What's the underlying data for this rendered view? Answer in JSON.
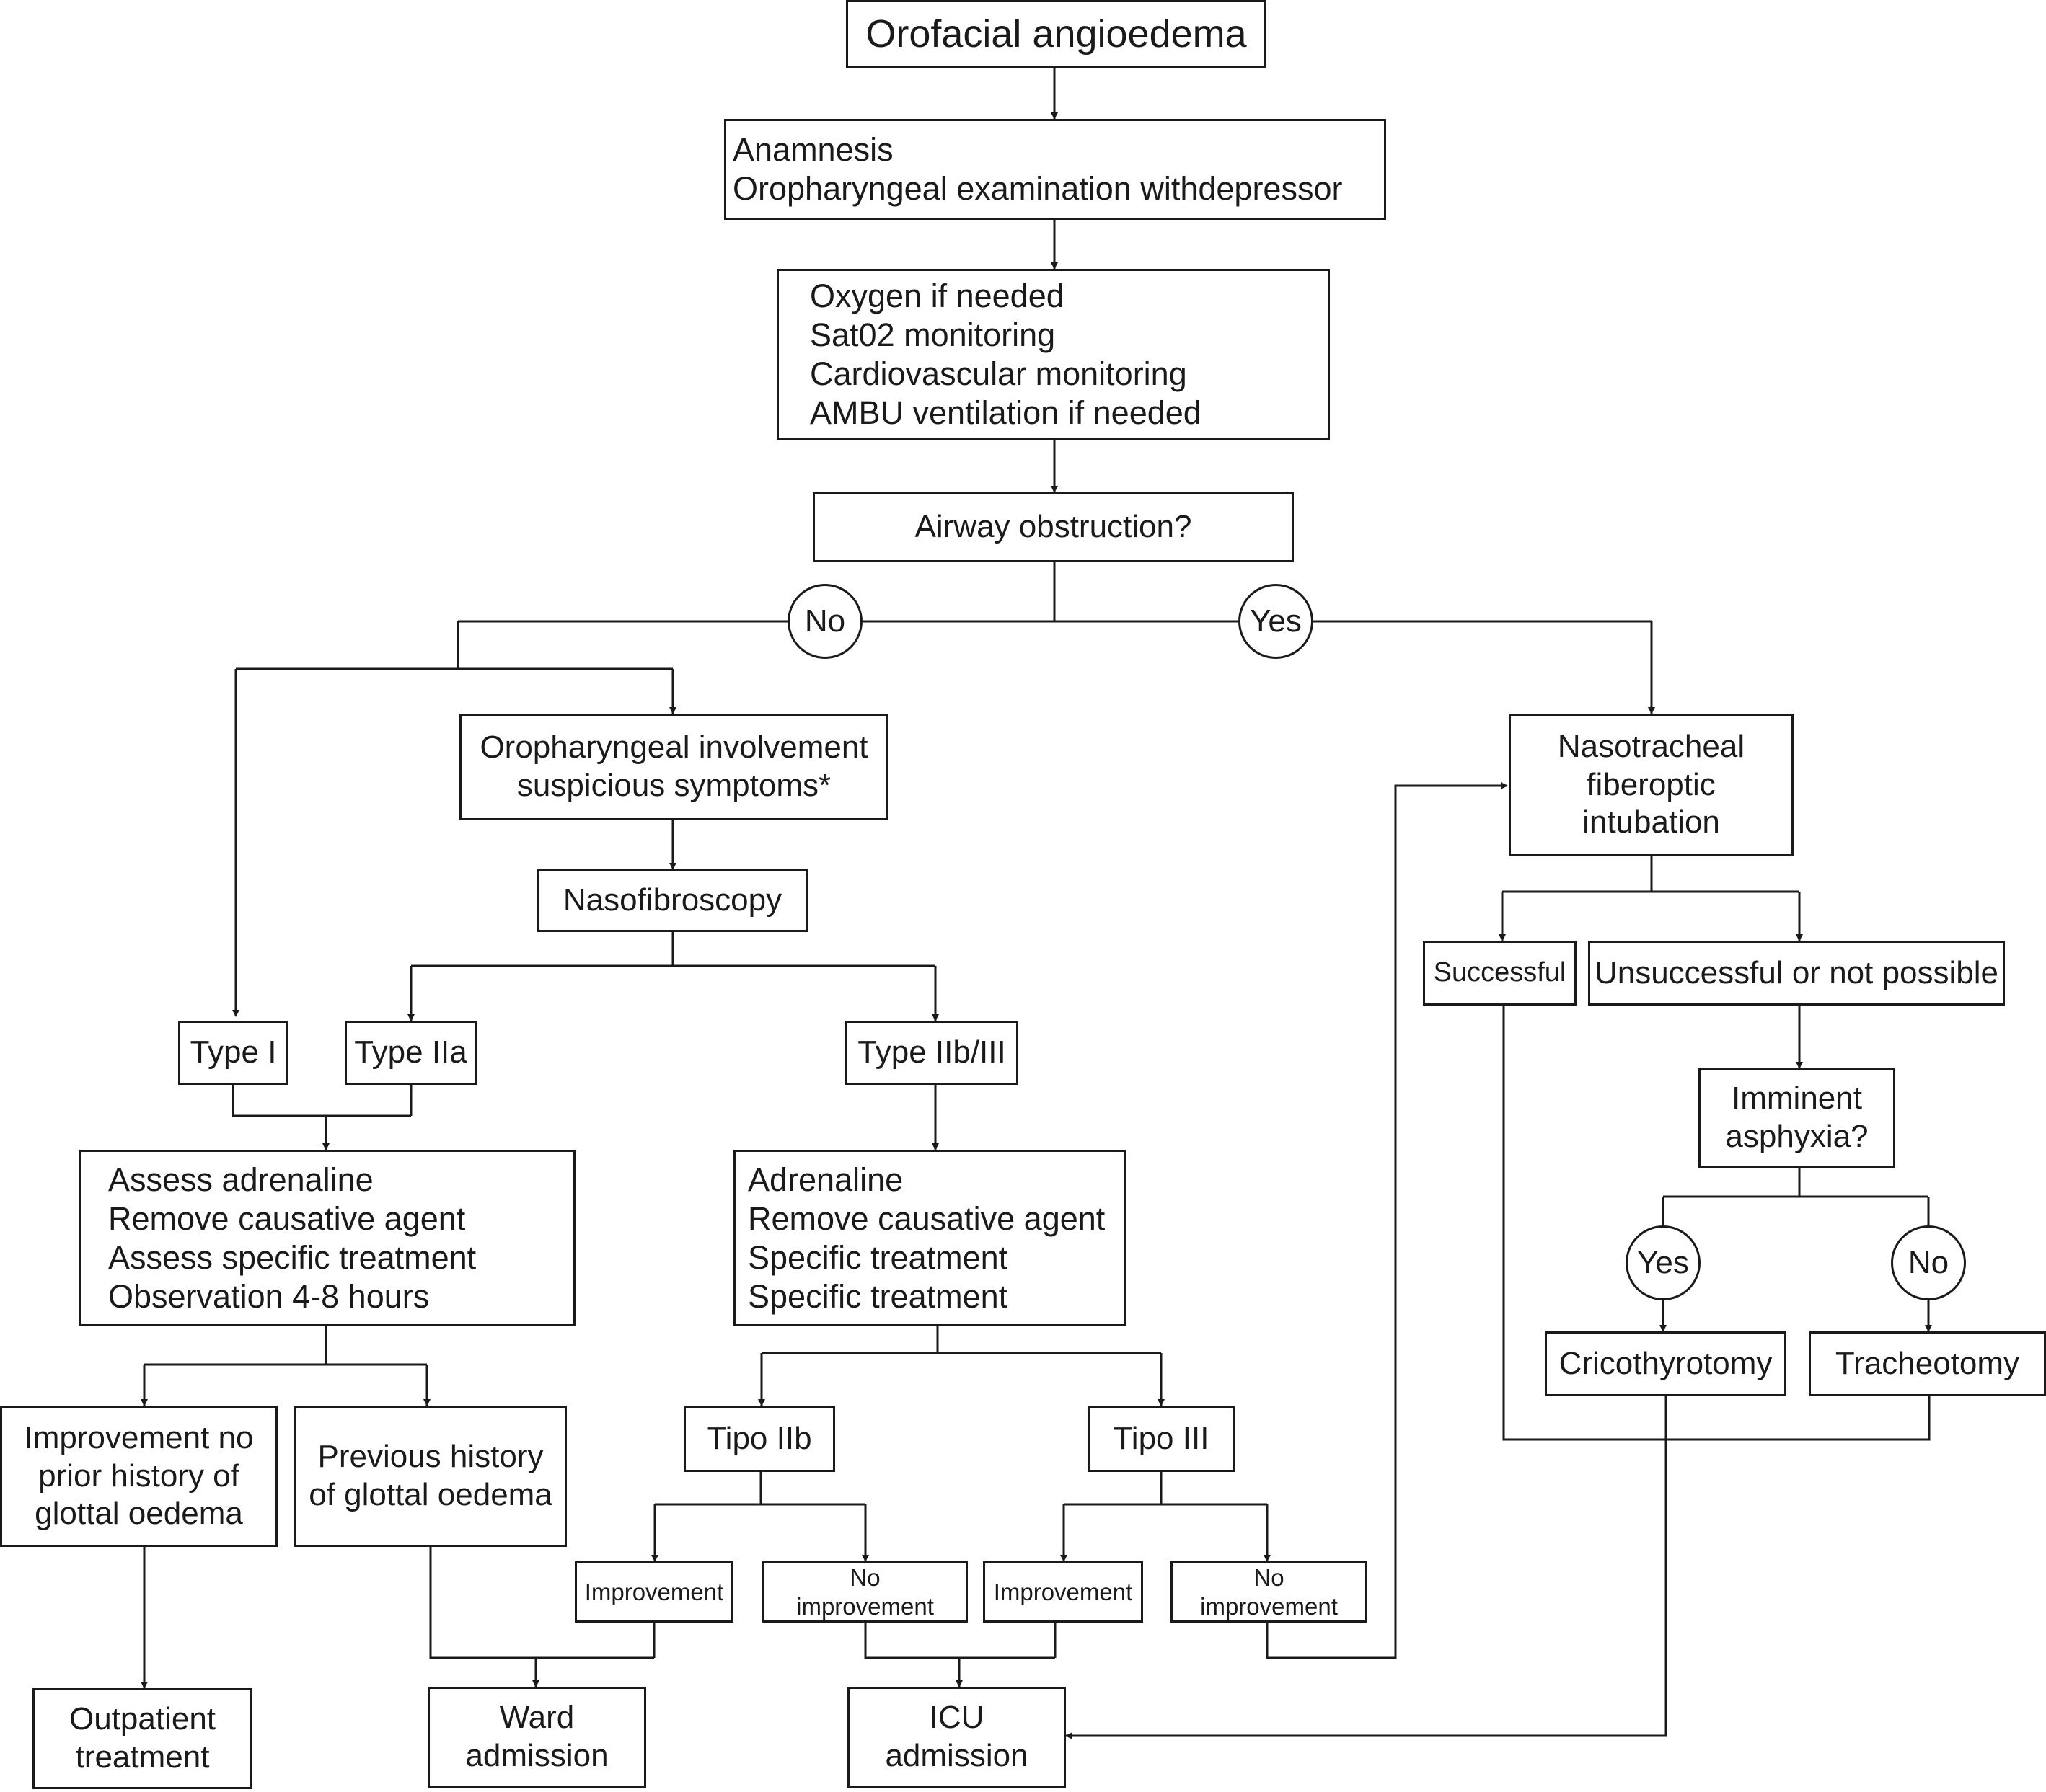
{
  "nodes": {
    "start": "Orofacial angioedema",
    "history": [
      "Anamnesis",
      "Oropharyngeal examination withdepressor"
    ],
    "support": [
      "Oxygen if needed",
      "Sat02 monitoring",
      "Cardiovascular monitoring",
      "AMBU ventilation if needed"
    ],
    "airway": "Airway obstruction?",
    "no": "No",
    "yes": "Yes",
    "oropharyngeal": [
      "Oropharyngeal involvement",
      "suspicious symptoms*"
    ],
    "nasofibroscopy": "Nasofibroscopy",
    "type_i": "Type I",
    "type_iia": "Type IIa",
    "type_iib_iii": "Type IIb/III",
    "assess": [
      "Assess adrenaline",
      "Remove causative agent",
      "Assess specific treatment",
      "Observation 4-8 hours"
    ],
    "adrenaline": [
      "Adrenaline",
      "Remove causative agent",
      "Specific treatment",
      "Specific treatment"
    ],
    "improvement_no_history": [
      "Improvement no",
      "prior history of",
      "glottal oedema"
    ],
    "previous_history": [
      "Previous history",
      "of glottal oedema"
    ],
    "tipo_iib": "Tipo IIb",
    "tipo_iii": "Tipo III",
    "improvement": "Improvement",
    "no_improvement": [
      "No",
      "improvement"
    ],
    "outpatient": [
      "Outpatient",
      "treatment"
    ],
    "ward": [
      "Ward",
      "admission"
    ],
    "icu": [
      "ICU",
      "admission"
    ],
    "nasotracheal": [
      "Nasotracheal",
      "fiberoptic",
      "intubation"
    ],
    "successful": "Successful",
    "unsuccessful": "Unsuccessful or not possible",
    "imminent": [
      "Imminent",
      "asphyxia?"
    ],
    "yes2": "Yes",
    "no2": "No",
    "cricothyrotomy": "Cricothyrotomy",
    "tracheotomy": "Tracheotomy"
  }
}
